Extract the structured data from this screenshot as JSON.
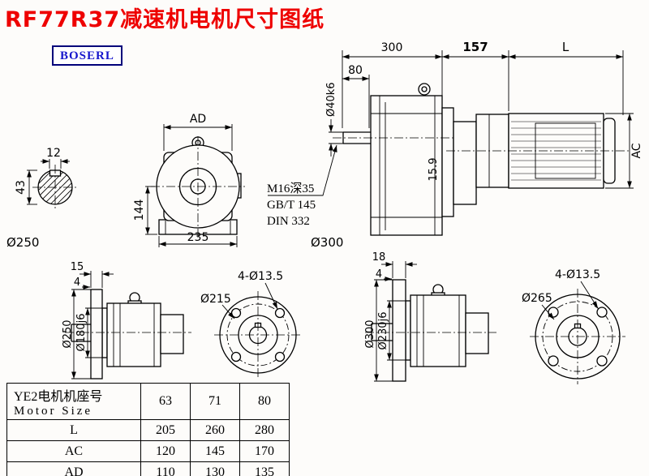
{
  "page": {
    "title": "RF77R37减速机电机尺寸图纸",
    "brand": "BOSERL"
  },
  "main_view": {
    "dim_300": "300",
    "dim_157": "157",
    "dim_l": "L",
    "dim_80": "80",
    "dim_shaft": "Ø40k6",
    "dim_key": "15.9",
    "dim_ac": "AC",
    "note_thread": "M16深35",
    "note_gb": "GB/T 145",
    "note_din": "DIN 332",
    "label_flange": "Ø300"
  },
  "shaft_section": {
    "dim_key_width": "12",
    "dim_height": "43",
    "label_flange": "Ø250"
  },
  "front_view": {
    "dim_ad": "AD",
    "dim_144": "144",
    "dim_235": "235"
  },
  "side_view_small": {
    "dim_15": "15",
    "dim_4": "4",
    "dim_od": "Ø250",
    "dim_spigot": "Ø180j6"
  },
  "flange_view_small": {
    "label_holes": "4-Ø13.5",
    "label_bolt_circle": "Ø215"
  },
  "side_view_large": {
    "dim_18": "18",
    "dim_4": "4",
    "dim_od": "Ø300",
    "dim_spigot": "Ø230j6"
  },
  "flange_view_large": {
    "label_holes": "4-Ø13.5",
    "label_bolt_circle": "Ø265"
  },
  "table": {
    "header_cn": "YE2电机机座号",
    "header_en": "Motor Size",
    "columns": [
      "63",
      "71",
      "80"
    ],
    "rows": [
      {
        "label": "L",
        "values": [
          "205",
          "260",
          "280"
        ]
      },
      {
        "label": "AC",
        "values": [
          "120",
          "145",
          "170"
        ]
      },
      {
        "label": "AD",
        "values": [
          "110",
          "130",
          "135"
        ]
      }
    ]
  }
}
